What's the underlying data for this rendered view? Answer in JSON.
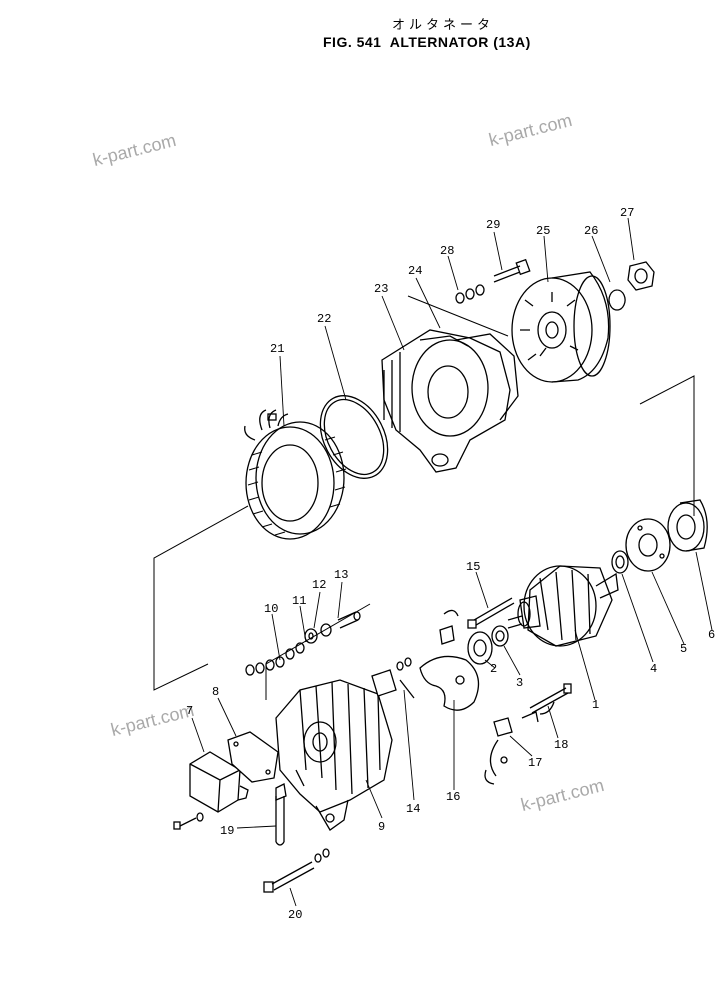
{
  "title": {
    "japanese": "オルタネータ",
    "main": "FIG. 541  ALTERNATOR (13A)"
  },
  "watermark": "k-part.com",
  "callouts": [
    "1",
    "2",
    "3",
    "4",
    "5",
    "6",
    "7",
    "8",
    "9",
    "10",
    "11",
    "12",
    "13",
    "14",
    "15",
    "16",
    "17",
    "18",
    "19",
    "20",
    "21",
    "22",
    "23",
    "24",
    "25",
    "26",
    "27",
    "28",
    "29"
  ]
}
